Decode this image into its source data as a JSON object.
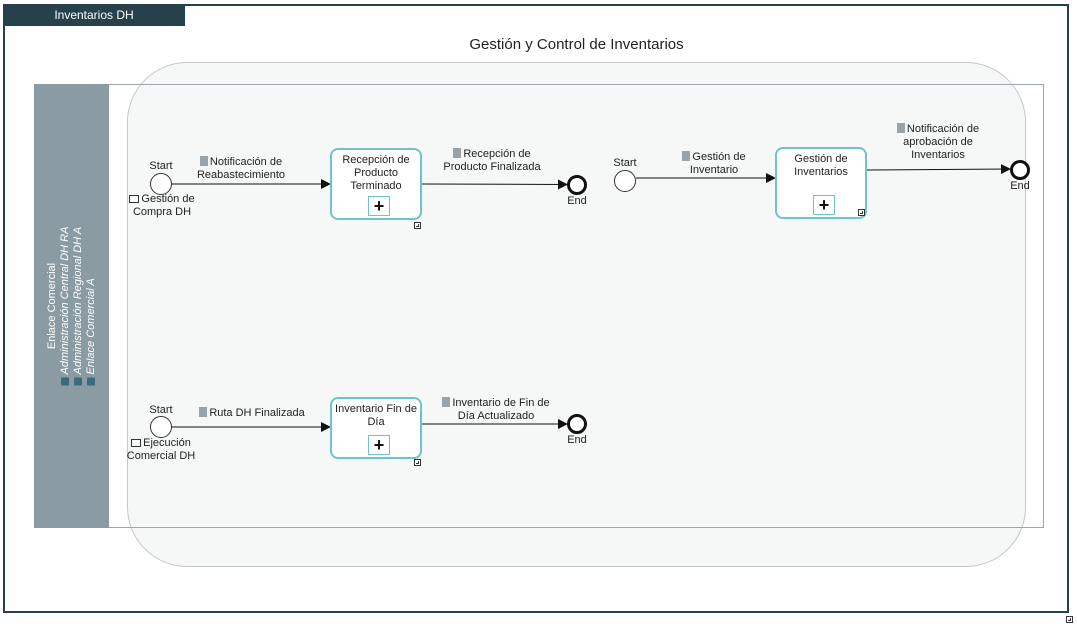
{
  "tab_title": "Inventarios DH",
  "pool_title": "Gestión y Control de Inventarios",
  "lane": {
    "name": "Enlace Comercial",
    "roles": [
      "Administración Central DH RA",
      "Administración Regional DH A",
      "Enlace Comercial A"
    ]
  },
  "flow1": {
    "start_label": "Start",
    "start_system": [
      "Gestión de",
      "Compra DH"
    ],
    "msg1": [
      "Notificación de",
      "Reabastecimiento"
    ],
    "task_label": [
      "Recepción de",
      "Producto",
      "Terminado"
    ],
    "msg2": [
      "Recepción de",
      "Producto Finalizada"
    ],
    "end_label": "End"
  },
  "flow2": {
    "start_label": "Start",
    "msg1": [
      "Gestión de",
      "Inventario"
    ],
    "task_label": [
      "Gestión de",
      "Inventarios"
    ],
    "msg2": [
      "Notificación de",
      "aprobación de",
      "Inventarios"
    ],
    "end_label": "End"
  },
  "flow3": {
    "start_label": "Start",
    "start_system": [
      "Ejecución",
      "Comercial DH"
    ],
    "msg1": [
      "Ruta DH Finalizada"
    ],
    "task_label": [
      "Inventario Fin de",
      "Día"
    ],
    "msg2": [
      "Inventario de Fin de",
      "Día Actualizado"
    ],
    "end_label": "End"
  },
  "colors": {
    "header": "#27414c",
    "lane": "#8a9ba3",
    "task_border": "#6fc3c9"
  },
  "icons": {
    "message": "document-icon",
    "system": "system-icon",
    "subprocess": "plus-icon"
  }
}
